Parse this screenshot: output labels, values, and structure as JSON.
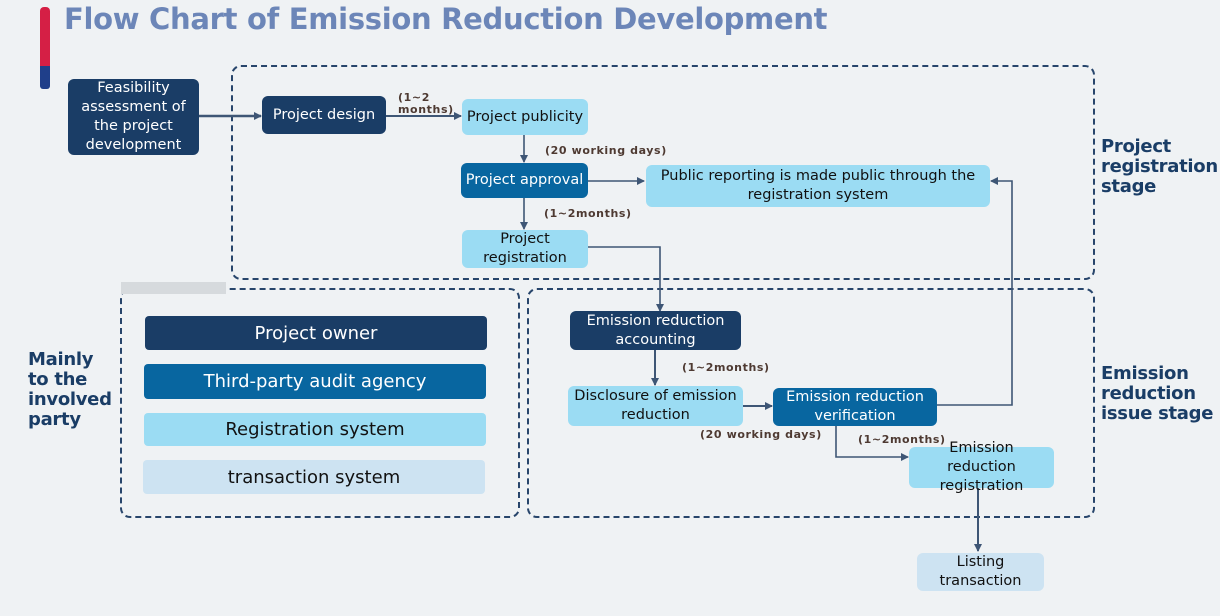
{
  "title": "Flow Chart of Emission Reduction Development",
  "colors": {
    "dark_navy": "#1a3d66",
    "blue": "#0866a0",
    "light_blue": "#9bdcf3",
    "pale_blue": "#cde3f2",
    "title": "#6c86b8",
    "accent_red": "#d51f45",
    "accent_blue": "#1f3f8a"
  },
  "stages": {
    "registration": "Project registration stage",
    "issue": "Emission reduction issue stage",
    "parties": "Mainly to the involved party"
  },
  "nodes": {
    "feasibility": "Feasibility assessment of the project development",
    "design": "Project design",
    "publicity": "Project publicity",
    "approval": "Project approval",
    "public_reporting": "Public reporting is made public through the registration system",
    "project_registration": "Project registration",
    "accounting": "Emission reduction accounting",
    "disclosure": "Disclosure of emission reduction",
    "verification": "Emission reduction verification",
    "er_registration": "Emission reduction registration",
    "listing": "Listing transaction"
  },
  "durations": {
    "design_to_publicity_1": "(1~2",
    "design_to_publicity_2": "months)",
    "publicity_to_approval": "(20 working days)",
    "approval_to_registration": "(1~2months)",
    "accounting_to_disclosure": "(1~2months)",
    "disclosure_to_verification": "(20 working days)",
    "verification_to_registration": "(1~2months)"
  },
  "legend": [
    {
      "label": "Project owner",
      "style": "dark"
    },
    {
      "label": "Third-party audit agency",
      "style": "mid"
    },
    {
      "label": "Registration system",
      "style": "light"
    },
    {
      "label": "transaction system",
      "style": "pale"
    }
  ]
}
